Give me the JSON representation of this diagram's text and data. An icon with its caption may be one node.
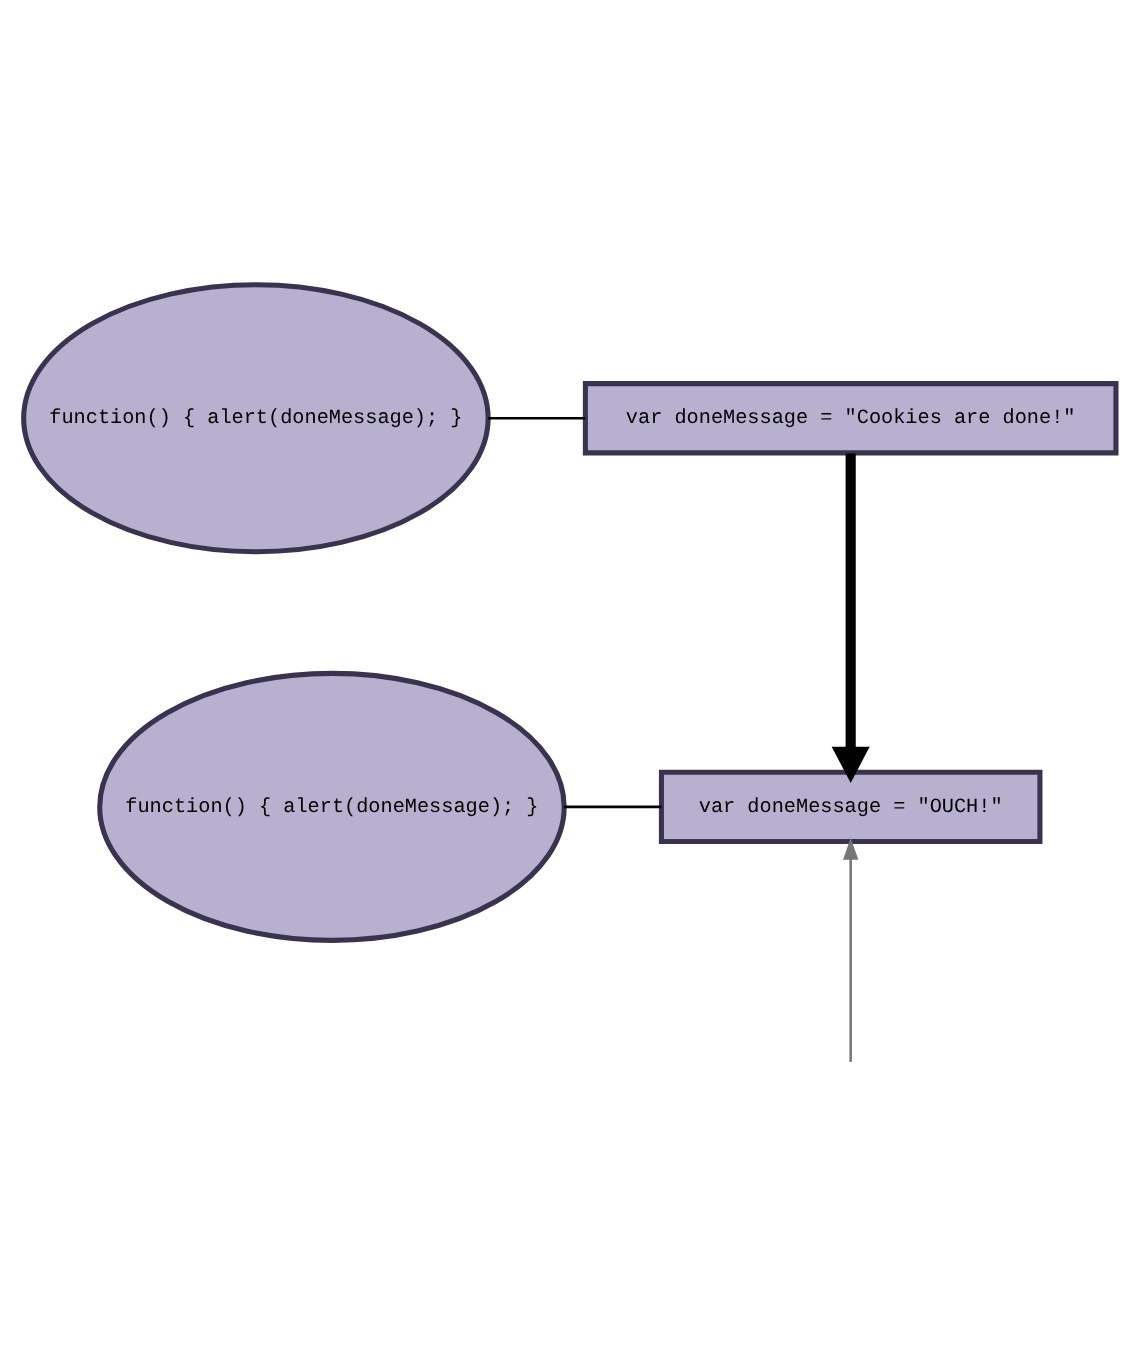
{
  "diagram": {
    "nodes": [
      {
        "text": [
          "function() { alert(doneMessage); }"
        ]
      },
      {
        "text": [
          "var doneMessage = \"Cookies are done!\""
        ]
      },
      {
        "text": [
          "function() { alert(doneMessage); }"
        ]
      },
      {
        "text": [
          "var doneMessage = \"OUCH!\""
        ]
      }
    ],
    "edges": [
      {
        "from": 0,
        "to": 1,
        "arrow": "none"
      },
      {
        "from": 1,
        "to": 3,
        "arrow": "to",
        "style": "thick"
      },
      {
        "from": 2,
        "to": 3,
        "arrow": "none"
      },
      {
        "from": null,
        "to": 3,
        "arrow": "to",
        "color": "#777777"
      }
    ]
  }
}
